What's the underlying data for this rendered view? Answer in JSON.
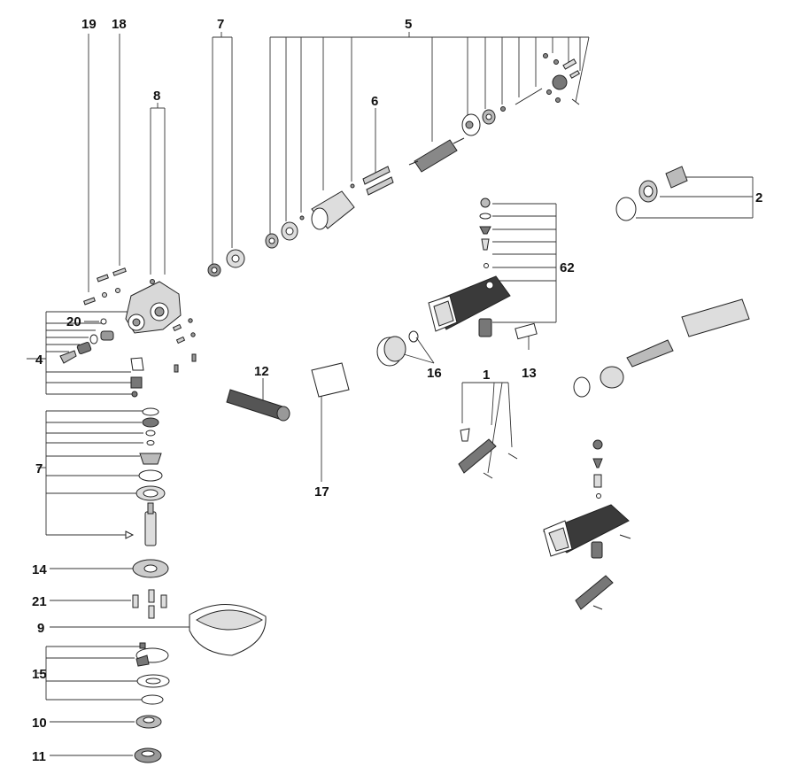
{
  "diagram": {
    "colors": {
      "ink": "#222222",
      "body": "#3a3a3a",
      "metal": "#bdbdbd",
      "light": "#ffffff"
    },
    "callouts": {
      "c1": "1",
      "c2": "2",
      "c4": "4",
      "c5": "5",
      "c6": "6",
      "c7_top": "7",
      "c7_left": "7",
      "c8": "8",
      "c9": "9",
      "c10": "10",
      "c11": "11",
      "c12": "12",
      "c13": "13",
      "c14": "14",
      "c15": "15",
      "c16": "16",
      "c17": "17",
      "c18": "18",
      "c19": "19",
      "c20": "20",
      "c21": "21",
      "c62": "62"
    }
  }
}
